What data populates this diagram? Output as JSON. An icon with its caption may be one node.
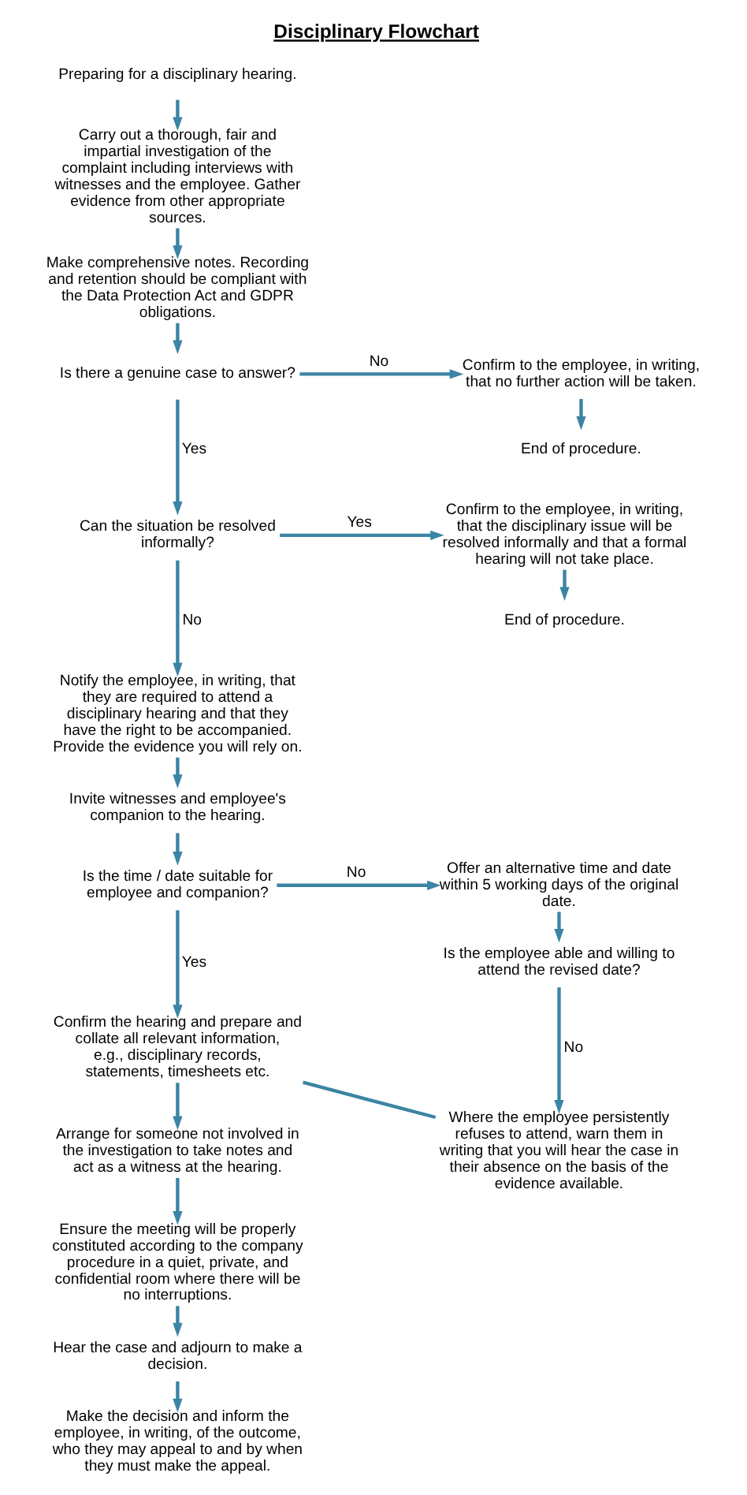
{
  "diagram": {
    "title": "Disciplinary Flowchart",
    "nodes": [
      {
        "text": [
          "Preparing for a disciplinary hearing."
        ]
      },
      {
        "text": [
          "Carry out a thorough, fair and impartial investigation of the complaint including interviews with witnesses and the employee. Gather evidence from other appropriate sources."
        ]
      },
      {
        "text": [
          "Make comprehensive notes. Recording and retention should be compliant with the Data Protection Act and GDPR obligations."
        ]
      },
      {
        "text": [
          "Is there a genuine case to answer?"
        ]
      },
      {
        "text": [
          "Confirm to the employee, in writing, that no further action will be taken."
        ]
      },
      {
        "text": [
          "End of procedure."
        ]
      },
      {
        "text": [
          "Can the situation be resolved informally?"
        ]
      },
      {
        "text": [
          "Confirm to the employee, in writing, that the disciplinary issue will be resolved informally and that a formal hearing will not take place."
        ]
      },
      {
        "text": [
          "End of procedure."
        ]
      },
      {
        "text": [
          "Notify the employee, in writing, that they are required to attend a disciplinary hearing and that they have the right to be accompanied. Provide the evidence you will rely on."
        ]
      },
      {
        "text": [
          "Invite witnesses and employee's companion to the hearing."
        ]
      },
      {
        "text": [
          "Is the time / date suitable for employee and companion?"
        ]
      },
      {
        "text": [
          "Offer an alternative time and date within 5 working days of the original date."
        ]
      },
      {
        "text": [
          "Is the employee able and willing to attend the revised date?"
        ]
      },
      {
        "text": [
          "Where the employee persistently refuses to attend, warn them in writing that you will hear the case in their absence on the basis of the evidence available."
        ]
      },
      {
        "text": [
          "Confirm the hearing and prepare and collate all relevant information, e.g., disciplinary records, statements, timesheets etc."
        ]
      },
      {
        "text": [
          "Arrange for someone not involved in the investigation to take notes and act as a witness at the hearing."
        ]
      },
      {
        "text": [
          "Ensure the meeting will be properly constituted according to the company procedure in a quiet, private, and confidential room where there will be no interruptions."
        ]
      },
      {
        "text": [
          "Hear the case and adjourn to make a decision."
        ]
      },
      {
        "text": [
          "Make the decision and inform the employee, in writing, of the outcome, who they may appeal to and by when they must make the appeal."
        ]
      }
    ],
    "edges": [
      {
        "from": 0,
        "to": 1,
        "arrow": "to"
      },
      {
        "from": 1,
        "to": 2,
        "arrow": "to"
      },
      {
        "from": 2,
        "to": 3,
        "arrow": "to"
      },
      {
        "from": 3,
        "to": 4,
        "arrow": "to",
        "label": "No"
      },
      {
        "from": 4,
        "to": 5,
        "arrow": "to"
      },
      {
        "from": 3,
        "to": 6,
        "arrow": "to",
        "label": "Yes"
      },
      {
        "from": 6,
        "to": 7,
        "arrow": "to",
        "label": "Yes"
      },
      {
        "from": 7,
        "to": 8,
        "arrow": "to"
      },
      {
        "from": 6,
        "to": 9,
        "arrow": "to",
        "label": "No"
      },
      {
        "from": 9,
        "to": 10,
        "arrow": "to"
      },
      {
        "from": 10,
        "to": 11,
        "arrow": "to"
      },
      {
        "from": 11,
        "to": 12,
        "arrow": "to",
        "label": "No"
      },
      {
        "from": 12,
        "to": 13,
        "arrow": "to"
      },
      {
        "from": 13,
        "to": 14,
        "arrow": "to",
        "label": "No"
      },
      {
        "from": 11,
        "to": 15,
        "arrow": "to",
        "label": "Yes"
      },
      {
        "from": 15,
        "to": 14,
        "arrow": "none"
      },
      {
        "from": 15,
        "to": 16,
        "arrow": "to"
      },
      {
        "from": 16,
        "to": 17,
        "arrow": "to"
      },
      {
        "from": 17,
        "to": 18,
        "arrow": "to"
      },
      {
        "from": 18,
        "to": 19,
        "arrow": "to"
      }
    ]
  }
}
